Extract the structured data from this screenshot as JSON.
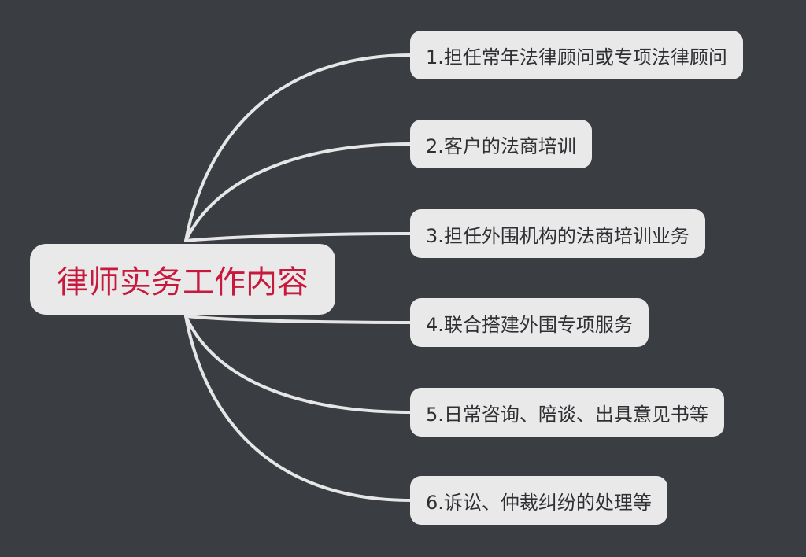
{
  "mindmap": {
    "root": {
      "label": "律师实务工作内容",
      "color": "#c8183c"
    },
    "children": [
      {
        "label": "1.担任常年法律顾问或专项法律顾问"
      },
      {
        "label": "2.客户的法商培训"
      },
      {
        "label": "3.担任外围机构的法商培训业务"
      },
      {
        "label": "4.联合搭建外围专项服务"
      },
      {
        "label": "5.日常咨询、陪谈、出具意见书等"
      },
      {
        "label": "6.诉讼、仲裁纠纷的处理等"
      }
    ],
    "colors": {
      "background": "#3a3d42",
      "node_fill": "#e9e9ea",
      "node_text": "#2f3033",
      "connector": "#e6e6e6"
    }
  }
}
